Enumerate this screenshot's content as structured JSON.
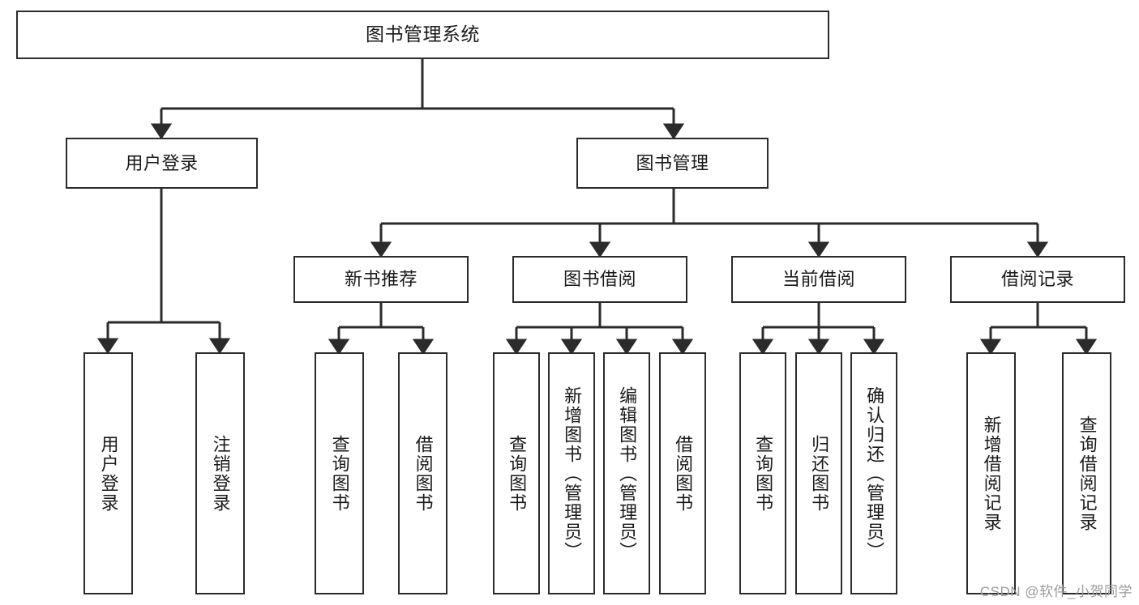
{
  "diagram": {
    "title": "图书管理系统",
    "type": "tree-hierarchy-diagram",
    "colors": {
      "box_border": "#2b2b2b",
      "box_fill": "#ffffff",
      "connector": "#2b2b2b",
      "background": "#ffffff",
      "watermark": "#9b9b9b"
    },
    "root": {
      "label": "图书管理系统"
    },
    "level2": [
      {
        "label": "用户登录"
      },
      {
        "label": "图书管理"
      }
    ],
    "level3": [
      {
        "label": "新书推荐"
      },
      {
        "label": "图书借阅"
      },
      {
        "label": "当前借阅"
      },
      {
        "label": "借阅记录"
      }
    ],
    "leaves": {
      "user_login": [
        {
          "label": "用户登录"
        },
        {
          "label": "注销登录"
        }
      ],
      "new_book": [
        {
          "label": "查询图书"
        },
        {
          "label": "借阅图书"
        }
      ],
      "book_borrow": [
        {
          "label": "查询图书"
        },
        {
          "label": "新增图书（管理员）"
        },
        {
          "label": "编辑图书（管理员）"
        },
        {
          "label": "借阅图书"
        }
      ],
      "current_borrow": [
        {
          "label": "查询图书"
        },
        {
          "label": "归还图书"
        },
        {
          "label": "确认归还（管理员）"
        }
      ],
      "borrow_record": [
        {
          "label": "新增借阅记录"
        },
        {
          "label": "查询借阅记录"
        }
      ]
    }
  },
  "watermark": {
    "text": "CSDN @软件_小贺同学"
  }
}
